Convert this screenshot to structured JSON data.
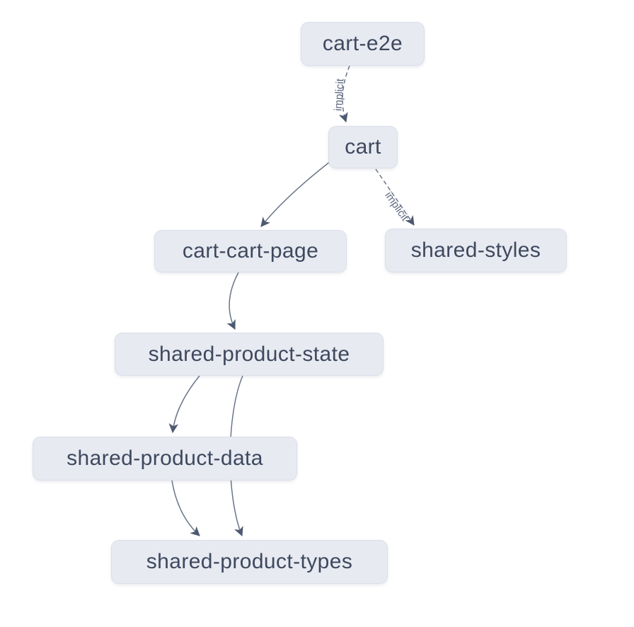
{
  "diagram": {
    "kind": "project-dependency-graph",
    "nodes": [
      {
        "id": "cart-e2e",
        "label": "cart-e2e"
      },
      {
        "id": "cart",
        "label": "cart"
      },
      {
        "id": "cart-cart-page",
        "label": "cart-cart-page"
      },
      {
        "id": "shared-styles",
        "label": "shared-styles"
      },
      {
        "id": "shared-product-state",
        "label": "shared-product-state"
      },
      {
        "id": "shared-product-data",
        "label": "shared-product-data"
      },
      {
        "id": "shared-product-types",
        "label": "shared-product-types"
      }
    ],
    "edges": [
      {
        "from": "cart-e2e",
        "to": "cart",
        "label": "implicit",
        "style": "dashed"
      },
      {
        "from": "cart",
        "to": "cart-cart-page",
        "label": "",
        "style": "solid"
      },
      {
        "from": "cart",
        "to": "shared-styles",
        "label": "implicit",
        "style": "dashed"
      },
      {
        "from": "cart-cart-page",
        "to": "shared-product-state",
        "label": "",
        "style": "solid"
      },
      {
        "from": "shared-product-state",
        "to": "shared-product-data",
        "label": "",
        "style": "solid"
      },
      {
        "from": "shared-product-state",
        "to": "shared-product-types",
        "label": "",
        "style": "solid"
      },
      {
        "from": "shared-product-data",
        "to": "shared-product-types",
        "label": "",
        "style": "solid"
      }
    ],
    "colors": {
      "background": "#ffffff",
      "node_fill": "#e7eaf1",
      "node_border": "#dbdfe8",
      "node_text": "#3e495e",
      "edge_line": "#6b7588",
      "arrowhead": "#4d5970",
      "edge_label_text": "#5d6880"
    }
  }
}
